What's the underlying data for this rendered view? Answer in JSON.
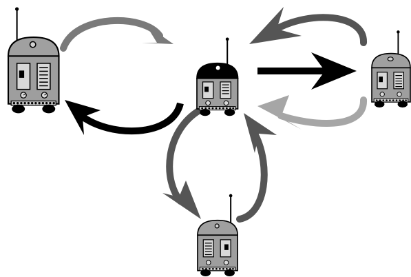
{
  "diagram": {
    "kind": "robot-interaction-diagram",
    "robots": [
      {
        "id": "robot-left",
        "role": "peer",
        "dome_shade": "light-gray"
      },
      {
        "id": "robot-center",
        "role": "hub",
        "dome_shade": "black"
      },
      {
        "id": "robot-right",
        "role": "peer",
        "dome_shade": "light-gray"
      },
      {
        "id": "robot-bottom",
        "role": "peer",
        "dome_shade": "light-gray"
      }
    ],
    "arrows": [
      {
        "from": "robot-left",
        "to": "robot-center",
        "style": "curved",
        "shade": "mid-gray"
      },
      {
        "from": "robot-center",
        "to": "robot-left",
        "style": "curved",
        "shade": "black"
      },
      {
        "from": "robot-center",
        "to": "robot-right",
        "style": "straight",
        "shade": "black"
      },
      {
        "from": "robot-right",
        "to": "robot-center",
        "style": "curved",
        "shade": "dark-gray"
      },
      {
        "from": "robot-right",
        "to": "robot-center",
        "style": "curved",
        "shade": "light-gray"
      },
      {
        "from": "robot-center",
        "to": "robot-bottom",
        "style": "curved",
        "shade": "dark-gray"
      },
      {
        "from": "robot-bottom",
        "to": "robot-center",
        "style": "curved",
        "shade": "dark-gray"
      }
    ]
  },
  "colors": {
    "black": "#000000",
    "dark_gray": "#555555",
    "mid_gray": "#7a7a7a",
    "light_gray": "#a6a6a6",
    "body_gray": "#9e9e9e",
    "panel_gray": "#cfcfcf",
    "background": "#ffffff"
  }
}
